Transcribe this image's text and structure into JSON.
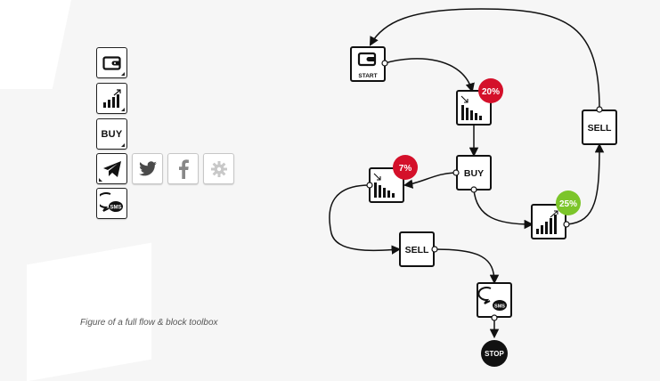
{
  "caption": "Figure of a full flow & block toolbox",
  "toolbox": {
    "buy_label": "BUY",
    "items": [
      {
        "icon": "wallet-icon"
      },
      {
        "icon": "rising-bars-icon"
      },
      {
        "icon": "buy-label"
      },
      {
        "icon": "telegram-icon"
      },
      {
        "icon": "twitter-icon"
      },
      {
        "icon": "facebook-icon"
      },
      {
        "icon": "gear-icon"
      },
      {
        "icon": "sms-bubble-icon"
      }
    ]
  },
  "flow": {
    "start_label": "START",
    "stop_label": "STOP",
    "buy_label": "BUY",
    "sell_label": "SELL",
    "sms_label": "SMS",
    "sell_top_label": "SELL",
    "badge_drop_20": "20%",
    "badge_drop_7": "7%",
    "badge_rise_25": "25%",
    "colors": {
      "drop_badge": "#d4102a",
      "rise_badge": "#7cc52a",
      "stroke": "#111111"
    }
  }
}
